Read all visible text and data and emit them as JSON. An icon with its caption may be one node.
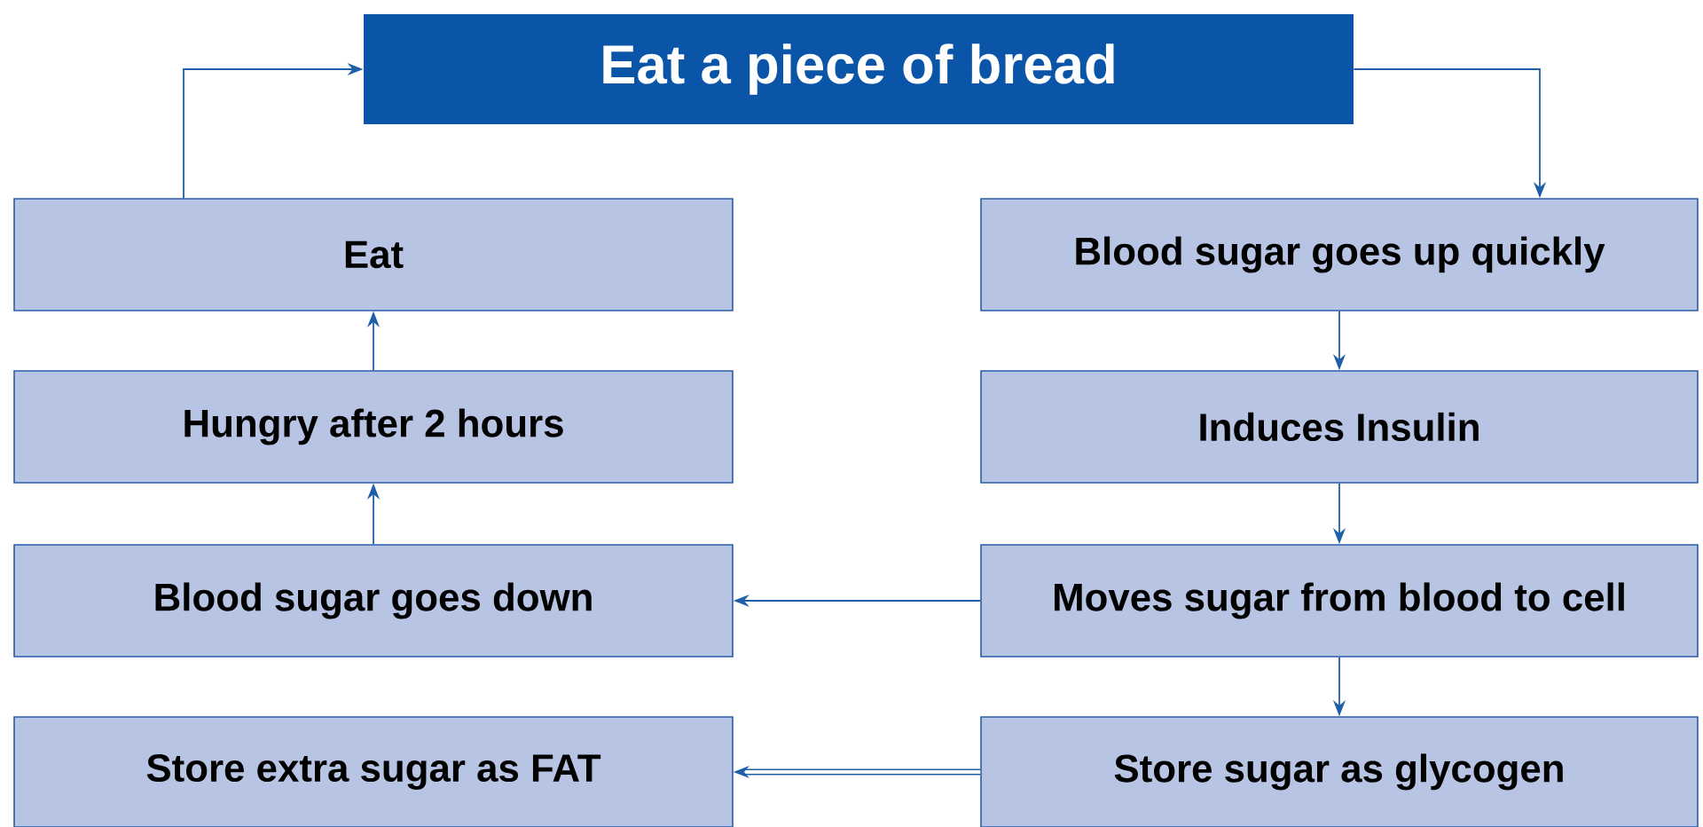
{
  "diagram": {
    "nodes": [
      {
        "text": [
          "Eat a piece of bread"
        ]
      },
      {
        "text": [
          "Eat"
        ]
      },
      {
        "text": [
          "Blood sugar goes up quickly"
        ]
      },
      {
        "text": [
          "Hungry after 2 hours"
        ]
      },
      {
        "text": [
          "Induces Insulin"
        ]
      },
      {
        "text": [
          "Blood sugar goes down"
        ]
      },
      {
        "text": [
          "Moves sugar from blood to cell"
        ]
      },
      {
        "text": [
          "Store extra sugar as FAT"
        ]
      },
      {
        "text": [
          "Store sugar as glycogen"
        ]
      }
    ],
    "edges": [
      {
        "from": 1,
        "to": 0,
        "arrow": "to"
      },
      {
        "from": 0,
        "to": 2,
        "arrow": "to"
      },
      {
        "from": 2,
        "to": 4,
        "arrow": "to"
      },
      {
        "from": 4,
        "to": 6,
        "arrow": "to"
      },
      {
        "from": 6,
        "to": 8,
        "arrow": "to"
      },
      {
        "from": 6,
        "to": 5,
        "arrow": "to"
      },
      {
        "from": 8,
        "to": 7,
        "arrow": "to",
        "style": "thick"
      },
      {
        "from": 5,
        "to": 3,
        "arrow": "to"
      },
      {
        "from": 3,
        "to": 1,
        "arrow": "to"
      }
    ]
  }
}
